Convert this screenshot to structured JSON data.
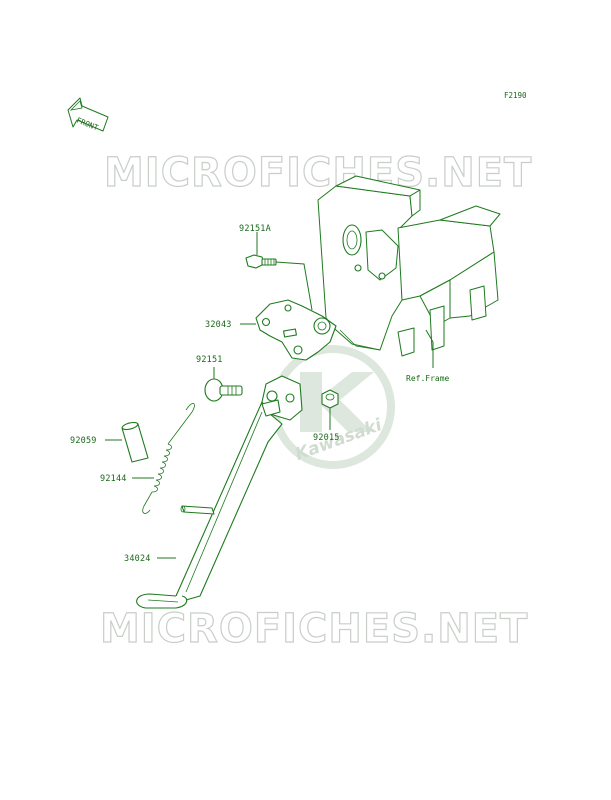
{
  "figure_code": "F2190",
  "front_arrow_label": "FRONT",
  "watermark_text": "MICROFICHES.NET",
  "logo_text": "Kawasaki",
  "ref_label": "Ref.Frame",
  "part_labels": {
    "bolt_92151A": "92151A",
    "bracket_32043": "32043",
    "bolt_92151": "92151",
    "nut_92015": "92015",
    "collar_92059": "92059",
    "spring_92144": "92144",
    "stand_34024": "34024"
  },
  "colors": {
    "line": "#1e7a1e",
    "watermark": "#c9cec9",
    "logo": "#dde7dd"
  }
}
